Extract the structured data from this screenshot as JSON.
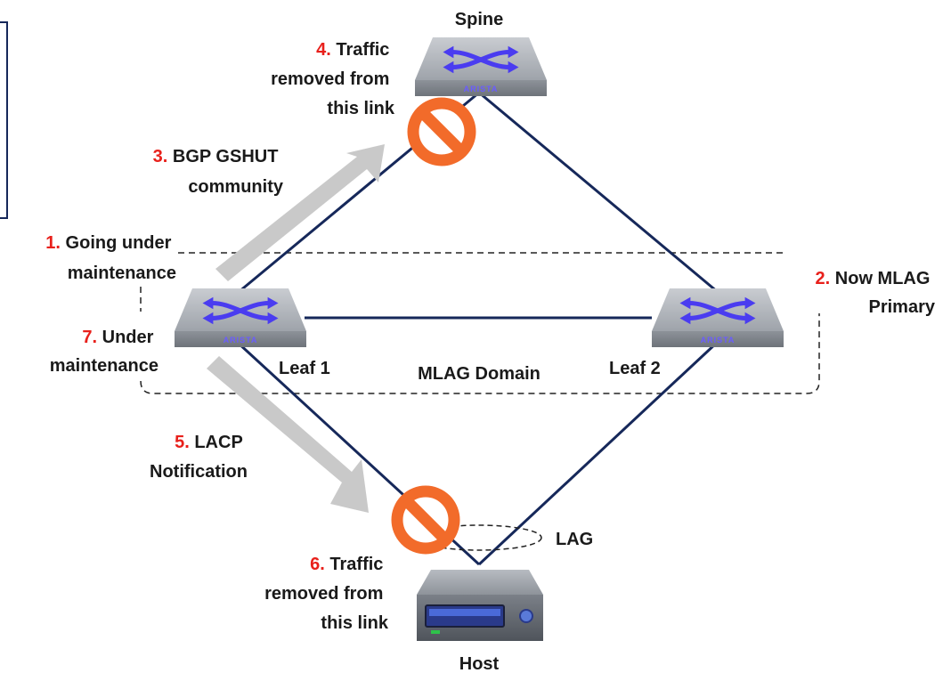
{
  "nodes": {
    "spine": {
      "name": "Spine",
      "brand": "ARISTA"
    },
    "leaf1": {
      "name": "Leaf 1",
      "brand": "ARISTA"
    },
    "leaf2": {
      "name": "Leaf 2",
      "brand": "ARISTA"
    },
    "host": {
      "name": "Host"
    }
  },
  "domain_label": "MLAG Domain",
  "lag_label": "LAG",
  "steps": [
    {
      "num": "1.",
      "lines": [
        "Going under",
        "maintenance"
      ]
    },
    {
      "num": "2.",
      "lines": [
        "Now MLAG",
        "Primary"
      ]
    },
    {
      "num": "3.",
      "lines": [
        "BGP GSHUT",
        "community"
      ]
    },
    {
      "num": "4.",
      "lines": [
        "Traffic",
        "removed from",
        "this link"
      ]
    },
    {
      "num": "5.",
      "lines": [
        "LACP",
        "Notification"
      ]
    },
    {
      "num": "6.",
      "lines": [
        "Traffic",
        "removed from",
        "this link"
      ]
    },
    {
      "num": "7.",
      "lines": [
        "Under",
        "maintenance"
      ]
    }
  ],
  "colors": {
    "link": "#16285a",
    "step_number": "#e8201b",
    "flow_arrow": "#c9c9c9",
    "block_sign": "#f26b2a",
    "switch_body": "#9a9fa6",
    "switch_icon": "#4a3cf0"
  },
  "icons": {
    "switch": "switch-icon",
    "server": "server-icon",
    "blocked": "blocked-link-icon",
    "flow": "flow-arrow"
  }
}
